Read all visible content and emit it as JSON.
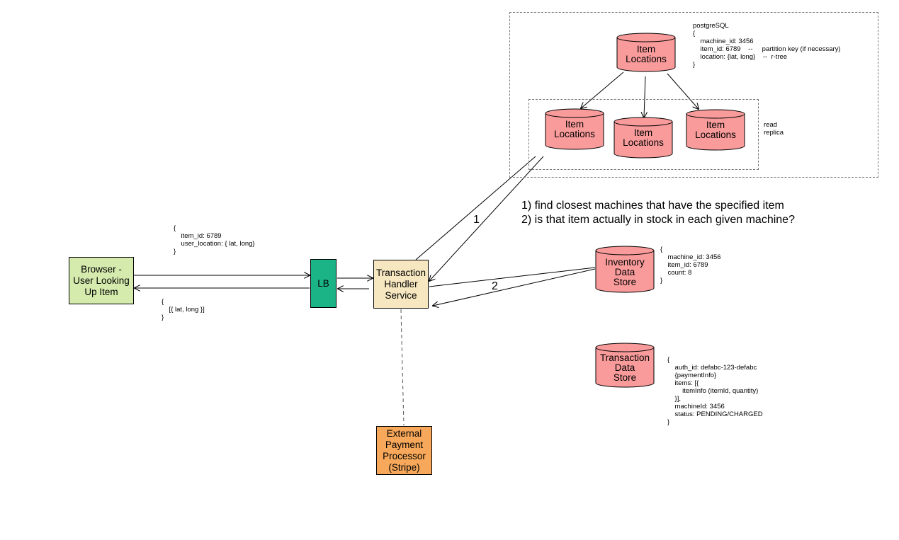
{
  "nodes": {
    "browser": "Browser -\nUser Looking\nUp Item",
    "lb": "LB",
    "transaction_handler": "Transaction\nHandler\nService",
    "external_payment": "External\nPayment\nProcessor\n(Stripe)",
    "item_locations_primary": "Item\nLocations",
    "item_locations_replica_1": "Item\nLocations",
    "item_locations_replica_2": "Item\nLocations",
    "item_locations_replica_3": "Item\nLocations",
    "inventory_store": "Inventory\nData\nStore",
    "transaction_store": "Transaction\nData\nStore"
  },
  "labels": {
    "read_replica": "read\nreplica",
    "edge_1": "1",
    "edge_2": "2",
    "steps": "1) find closest machines that have the specified item\n2) is that item actually in stock in each given machine?"
  },
  "schemas": {
    "postgres": "postgreSQL\n{\n    machine_id: 3456\n    item_id: 6789    --     partition key (if necessary)\n    location: {lat, long}    --  r-tree\n}",
    "request": "{\n    item_id: 6789\n    user_location: { lat, long}\n}",
    "response": "{\n    [{ lat, long }]\n}",
    "inventory": "{\n    machine_id: 3456\n    item_id: 6789\n    count: 8\n}",
    "transaction": "{\n    auth_id: defabc-123-defabc\n    {paymentInfo}\n    items: [{\n        itemInfo (itemId, quantity)\n    }],\n    machineId: 3456\n    status: PENDING/CHARGED\n}"
  },
  "colors": {
    "browser": "#d5ebae",
    "lb": "#1bb487",
    "transaction_handler": "#f6e7c0",
    "external_payment": "#f7a85a",
    "database": "#f99b9b"
  }
}
